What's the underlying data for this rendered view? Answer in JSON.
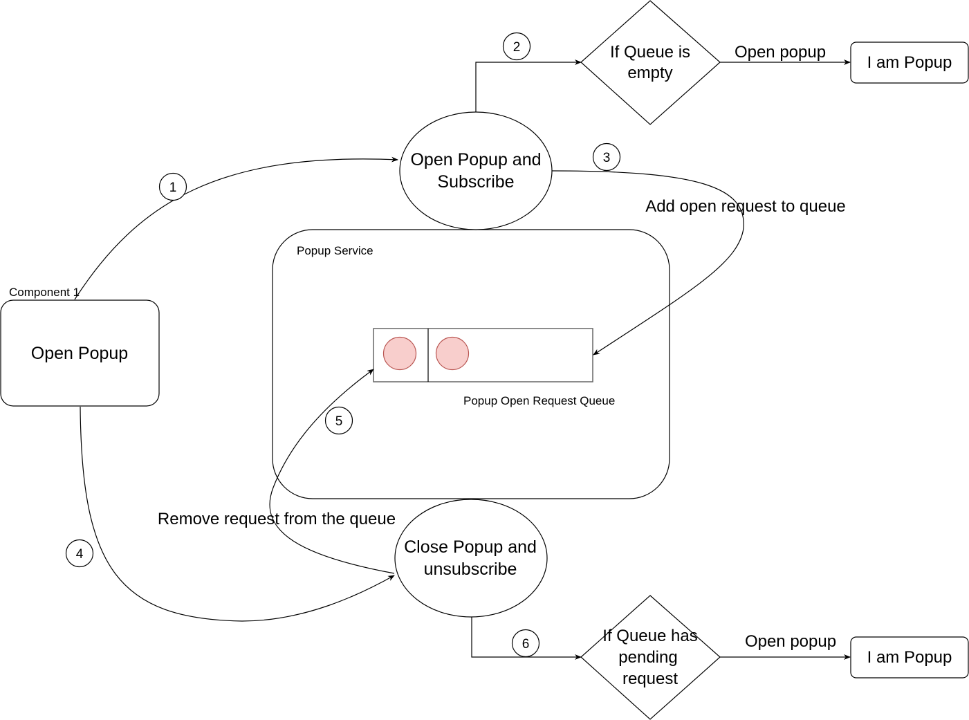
{
  "nodes": {
    "component_label": "Component 1",
    "component_box": "Open Popup",
    "service_label": "Popup Service",
    "queue_label": "Popup Open Request Queue",
    "open_subscribe": [
      "Open Popup and",
      "Subscribe"
    ],
    "close_unsubscribe": [
      "Close Popup and",
      "unsubscribe"
    ],
    "if_empty": [
      "If Queue is",
      "empty"
    ],
    "if_pending": [
      "If Queue has",
      "pending",
      "request"
    ],
    "popup_top": "I am Popup",
    "popup_bottom": "I am Popup"
  },
  "edge_labels": {
    "open_popup_top": "Open popup",
    "open_popup_bottom": "Open popup",
    "add_request": "Add open request to queue",
    "remove_request": "Remove request from the queue"
  },
  "steps": [
    "1",
    "2",
    "3",
    "4",
    "5",
    "6"
  ],
  "colors": {
    "stroke": "#000000",
    "queue_item_fill": "#f8cecc",
    "queue_item_stroke": "#b85450",
    "queue_stroke": "#666666"
  }
}
